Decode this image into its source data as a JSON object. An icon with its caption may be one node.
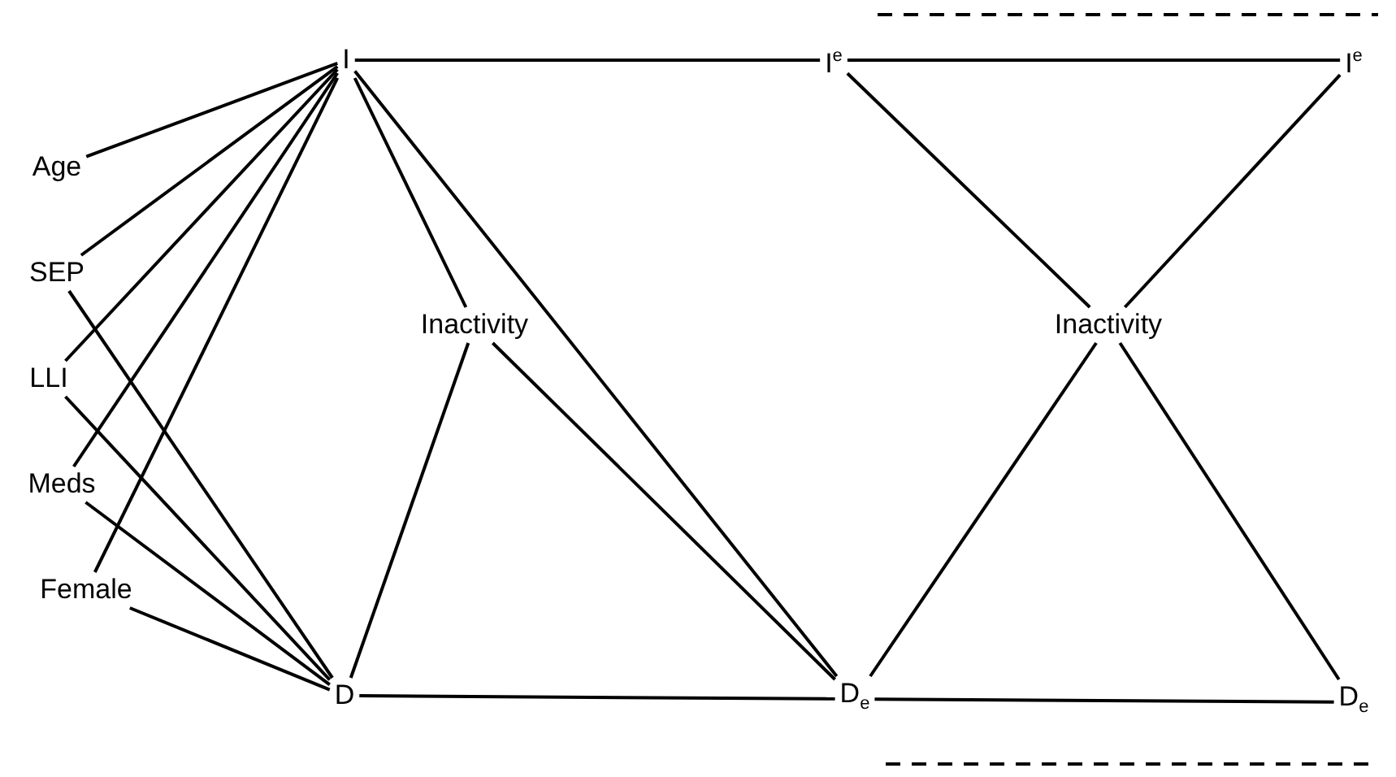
{
  "diagram": {
    "nodes": [
      {
        "text": [
          "I"
        ]
      },
      {
        "text": [
          "Age"
        ]
      },
      {
        "text": [
          "SEP"
        ]
      },
      {
        "text": [
          "LLI"
        ]
      },
      {
        "text": [
          "Meds"
        ]
      },
      {
        "text": [
          "Female"
        ]
      },
      {
        "text": [
          "D"
        ]
      },
      {
        "text": [
          "Inactivity"
        ]
      },
      {
        "text": [
          "I$^{e}$"
        ]
      },
      {
        "text": [
          "D$_{e}$"
        ]
      },
      {
        "text": [
          "Inactivity"
        ]
      },
      {
        "text": [
          "I$^{e}$"
        ]
      },
      {
        "text": [
          "D$_{e}$"
        ]
      }
    ],
    "edges": [
      {
        "from": 1,
        "to": 0,
        "arrow": "none"
      },
      {
        "from": 2,
        "to": 0,
        "arrow": "none"
      },
      {
        "from": 2,
        "to": 6,
        "arrow": "none"
      },
      {
        "from": 3,
        "to": 0,
        "arrow": "none"
      },
      {
        "from": 3,
        "to": 6,
        "arrow": "none"
      },
      {
        "from": 4,
        "to": 0,
        "arrow": "none"
      },
      {
        "from": 4,
        "to": 6,
        "arrow": "none"
      },
      {
        "from": 5,
        "to": 0,
        "arrow": "none"
      },
      {
        "from": 5,
        "to": 6,
        "arrow": "none"
      },
      {
        "from": 0,
        "to": 8,
        "arrow": "none"
      },
      {
        "from": 0,
        "to": 7,
        "arrow": "none"
      },
      {
        "from": 0,
        "to": 9,
        "arrow": "none"
      },
      {
        "from": 6,
        "to": 7,
        "arrow": "none"
      },
      {
        "from": 7,
        "to": 9,
        "arrow": "none"
      },
      {
        "from": 6,
        "to": 9,
        "arrow": "none"
      },
      {
        "from": 8,
        "to": 11,
        "arrow": "none"
      },
      {
        "from": 8,
        "to": 10,
        "arrow": "none"
      },
      {
        "from": 10,
        "to": 9,
        "arrow": "none"
      },
      {
        "from": 11,
        "to": 10,
        "arrow": "none"
      },
      {
        "from": 10,
        "to": 12,
        "arrow": "none"
      },
      {
        "from": 9,
        "to": 12,
        "arrow": "none"
      }
    ]
  }
}
